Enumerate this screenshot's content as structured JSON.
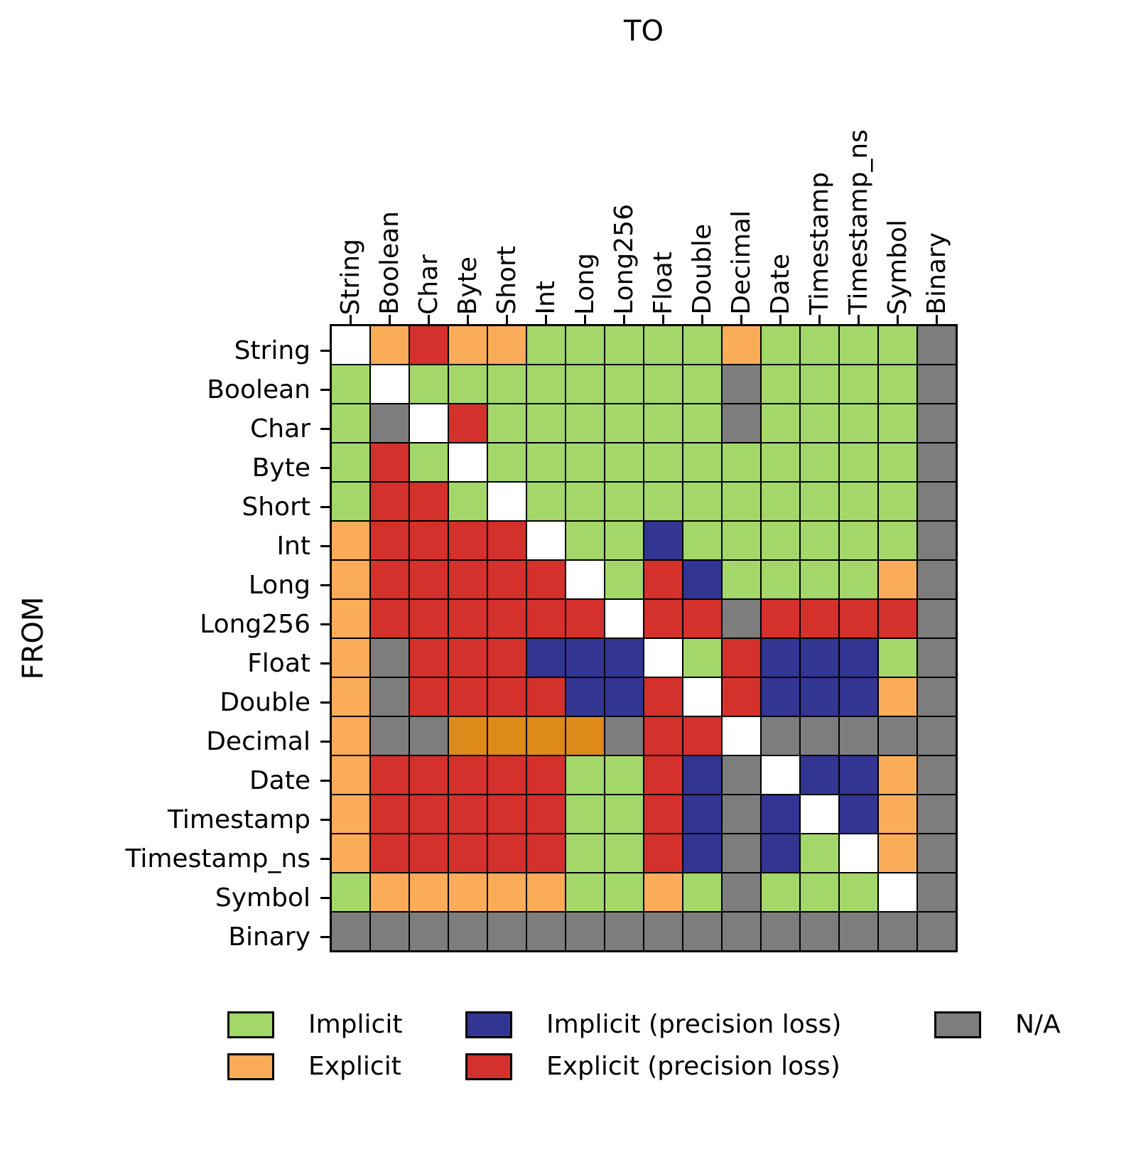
{
  "chart_data": {
    "type": "heatmap",
    "xlabel": "TO",
    "ylabel": "FROM",
    "columns": [
      "String",
      "Boolean",
      "Char",
      "Byte",
      "Short",
      "Int",
      "Long",
      "Long256",
      "Float",
      "Double",
      "Decimal",
      "Date",
      "Timestamp",
      "Timestamp_ns",
      "Symbol",
      "Binary"
    ],
    "rows": [
      "String",
      "Boolean",
      "Char",
      "Byte",
      "Short",
      "Int",
      "Long",
      "Long256",
      "Float",
      "Double",
      "Decimal",
      "Date",
      "Timestamp",
      "Timestamp_ns",
      "Symbol",
      "Binary"
    ],
    "cell_categories": {
      "I": {
        "label": "Implicit",
        "color": "#a3d76a"
      },
      "E": {
        "label": "Explicit",
        "color": "#fbac59"
      },
      "IP": {
        "label": "Implicit (precision loss)",
        "color": "#323592"
      },
      "EP": {
        "label": "Explicit (precision loss)",
        "color": "#d4302c"
      },
      "ED": {
        "label": "Explicit",
        "color": "#de8a1b"
      },
      "NA": {
        "label": "N/A",
        "color": "#7d7d7d"
      },
      "SELF": {
        "label": "",
        "color": "#ffffff"
      }
    },
    "matrix": [
      [
        "SELF",
        "E",
        "EP",
        "E",
        "E",
        "I",
        "I",
        "I",
        "I",
        "I",
        "E",
        "I",
        "I",
        "I",
        "I",
        "NA"
      ],
      [
        "I",
        "SELF",
        "I",
        "I",
        "I",
        "I",
        "I",
        "I",
        "I",
        "I",
        "NA",
        "I",
        "I",
        "I",
        "I",
        "NA"
      ],
      [
        "I",
        "NA",
        "SELF",
        "EP",
        "I",
        "I",
        "I",
        "I",
        "I",
        "I",
        "NA",
        "I",
        "I",
        "I",
        "I",
        "NA"
      ],
      [
        "I",
        "EP",
        "I",
        "SELF",
        "I",
        "I",
        "I",
        "I",
        "I",
        "I",
        "I",
        "I",
        "I",
        "I",
        "I",
        "NA"
      ],
      [
        "I",
        "EP",
        "EP",
        "I",
        "SELF",
        "I",
        "I",
        "I",
        "I",
        "I",
        "I",
        "I",
        "I",
        "I",
        "I",
        "NA"
      ],
      [
        "E",
        "EP",
        "EP",
        "EP",
        "EP",
        "SELF",
        "I",
        "I",
        "IP",
        "I",
        "I",
        "I",
        "I",
        "I",
        "I",
        "NA"
      ],
      [
        "E",
        "EP",
        "EP",
        "EP",
        "EP",
        "EP",
        "SELF",
        "I",
        "EP",
        "IP",
        "I",
        "I",
        "I",
        "I",
        "E",
        "NA"
      ],
      [
        "E",
        "EP",
        "EP",
        "EP",
        "EP",
        "EP",
        "EP",
        "SELF",
        "EP",
        "EP",
        "NA",
        "EP",
        "EP",
        "EP",
        "EP",
        "NA"
      ],
      [
        "E",
        "NA",
        "EP",
        "EP",
        "EP",
        "IP",
        "IP",
        "IP",
        "SELF",
        "I",
        "EP",
        "IP",
        "IP",
        "IP",
        "I",
        "NA"
      ],
      [
        "E",
        "NA",
        "EP",
        "EP",
        "EP",
        "EP",
        "IP",
        "IP",
        "EP",
        "SELF",
        "EP",
        "IP",
        "IP",
        "IP",
        "E",
        "NA"
      ],
      [
        "E",
        "NA",
        "NA",
        "ED",
        "ED",
        "ED",
        "ED",
        "NA",
        "EP",
        "EP",
        "SELF",
        "NA",
        "NA",
        "NA",
        "NA",
        "NA"
      ],
      [
        "E",
        "EP",
        "EP",
        "EP",
        "EP",
        "EP",
        "I",
        "I",
        "EP",
        "IP",
        "NA",
        "SELF",
        "IP",
        "IP",
        "E",
        "NA"
      ],
      [
        "E",
        "EP",
        "EP",
        "EP",
        "EP",
        "EP",
        "I",
        "I",
        "EP",
        "IP",
        "NA",
        "IP",
        "SELF",
        "IP",
        "E",
        "NA"
      ],
      [
        "E",
        "EP",
        "EP",
        "EP",
        "EP",
        "EP",
        "I",
        "I",
        "EP",
        "IP",
        "NA",
        "IP",
        "I",
        "SELF",
        "E",
        "NA"
      ],
      [
        "I",
        "E",
        "E",
        "E",
        "E",
        "E",
        "I",
        "I",
        "E",
        "I",
        "NA",
        "I",
        "I",
        "I",
        "SELF",
        "NA"
      ],
      [
        "NA",
        "NA",
        "NA",
        "NA",
        "NA",
        "NA",
        "NA",
        "NA",
        "NA",
        "NA",
        "NA",
        "NA",
        "NA",
        "NA",
        "NA",
        "NA"
      ]
    ],
    "legend": [
      {
        "code": "I",
        "label": "Implicit",
        "color": "#a3d76a",
        "column": 0
      },
      {
        "code": "E",
        "label": "Explicit",
        "color": "#fbac59",
        "column": 0
      },
      {
        "code": "IP",
        "label": "Implicit (precision loss)",
        "color": "#323592",
        "column": 1
      },
      {
        "code": "EP",
        "label": "Explicit (precision loss)",
        "color": "#d4302c",
        "column": 1
      },
      {
        "code": "NA",
        "label": "N/A",
        "color": "#7d7d7d",
        "column": 2
      }
    ],
    "layout_hints": {
      "legend_position": "below chart, two rows in three columns",
      "diagonal": "same-type cells are white",
      "grid_lines": "black",
      "column_labels_rotated": true
    }
  }
}
